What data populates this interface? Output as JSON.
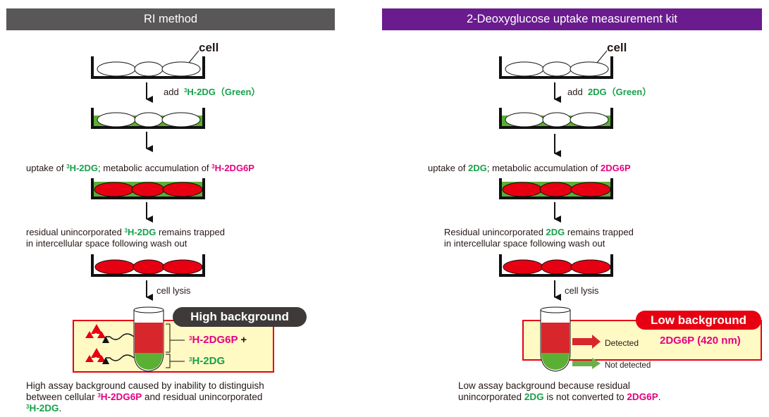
{
  "left": {
    "header": "RI method",
    "header_bg": "#595757",
    "cell_label": "cell",
    "step_add": {
      "prefix": "add",
      "sup": "3",
      "reagent": "H-2DG（Green）"
    },
    "step_uptake": {
      "text1": "uptake of ",
      "sup1": "3",
      "reagent1": "H-2DG",
      "text2": "; metabolic accumulation of ",
      "sup2": "3",
      "reagent2": "H-2DG6P"
    },
    "step_residual": {
      "text1": "residual unincorporated ",
      "sup": "3",
      "reagent": "H-2DG",
      "text2": " remains trapped",
      "line2": "in intercellular space following wash out"
    },
    "step_lysis": "cell lysis",
    "badge": "High background",
    "tube_label1": {
      "sup": "3",
      "text": "H-2DG6P",
      "suffix": " +"
    },
    "tube_label2": {
      "sup": "3",
      "text": "H-2DG"
    },
    "footer": {
      "line1": "High assay background caused by inability to distinguish",
      "line2a": "between cellular ",
      "sup1": "3",
      "pink": "H-2DG6P",
      "line2b": " and residual unincorporated",
      "sup2": "3",
      "green": "H-2DG",
      "end": "."
    }
  },
  "right": {
    "header": "2-Deoxyglucose uptake measurement kit",
    "header_bg": "#6a1b8e",
    "cell_label": "cell",
    "step_add": {
      "prefix": "add",
      "reagent": "2DG（Green）"
    },
    "step_uptake": {
      "text1": "uptake of ",
      "reagent1": "2DG",
      "text2": "; metabolic accumulation of ",
      "reagent2": "2DG6P"
    },
    "step_residual": {
      "text1": "Residual unincorporated ",
      "reagent": "2DG",
      "text2": " remains trapped",
      "line2": "in intercellular space following wash out"
    },
    "step_lysis": "cell lysis",
    "badge": "Low background",
    "detected": "Detected",
    "not_detected": "Not detected",
    "detect_value": "2DG6P (420 nm)",
    "footer": {
      "line1": "Low assay background because residual",
      "line2a": "unincorporated ",
      "green": "2DG",
      "line2b": " is not converted to ",
      "pink": "2DG6P",
      "end": "."
    }
  },
  "colors": {
    "green": "#17a04b",
    "pink": "#e4007f",
    "cell_red": "#e60012",
    "medium_green": "#5bb033",
    "box_fill": "#fff9c4",
    "box_border": "#e60012"
  }
}
